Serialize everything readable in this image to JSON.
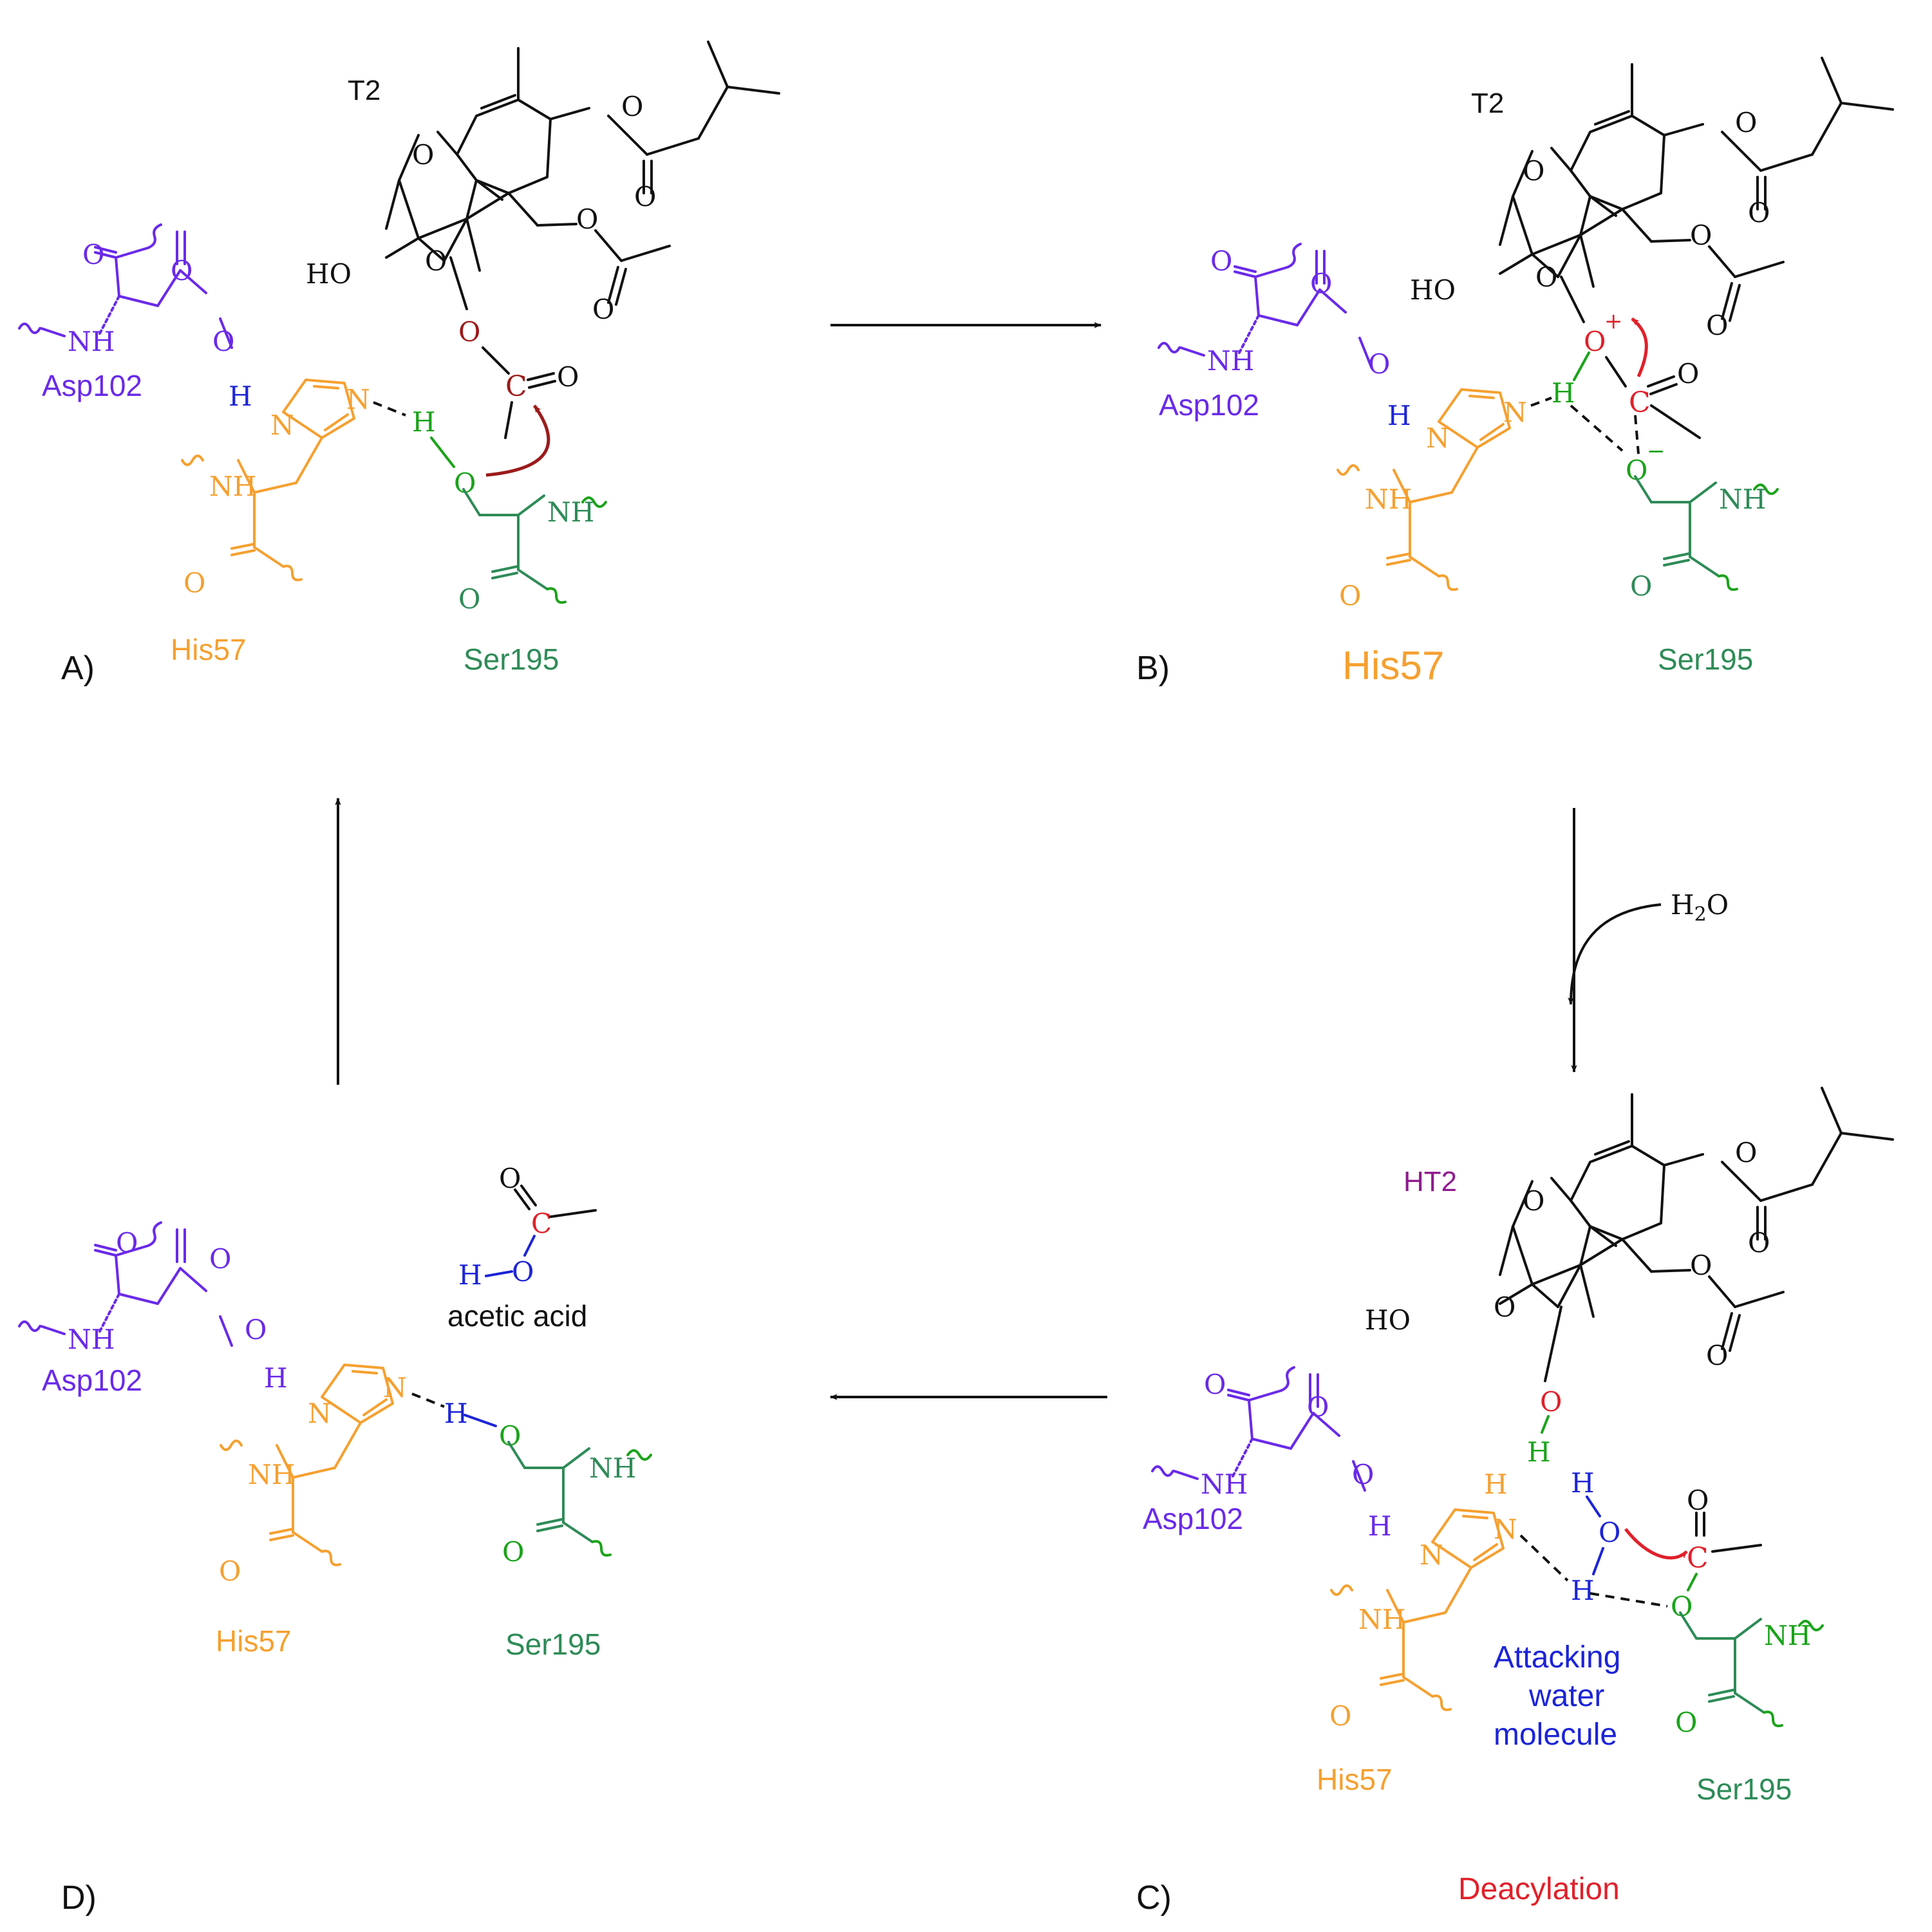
{
  "colors": {
    "asp": "#6a2ae8",
    "his": "#f5a030",
    "ser_dark": "#2e8b57",
    "ser_green": "#1aa31a",
    "substrate": "#111111",
    "carbonyl_c": "#9b1b1b",
    "oxonium": "#e0202a",
    "water": "#1c24d6",
    "hydroxyl_o": "#e0202a",
    "ht2": "#8e1b8e",
    "deacylation": "#e0202a",
    "curved_arrow_a": "#9b1b1b",
    "curved_arrow_red": "#e0202a"
  },
  "panels": {
    "A": {
      "letter": "A)",
      "substrate": "T2",
      "asp": "Asp102",
      "his": "His57",
      "ser": "Ser195"
    },
    "B": {
      "letter": "B)",
      "substrate": "T2",
      "asp": "Asp102",
      "his": "His57",
      "ser": "Ser195",
      "plus": "+",
      "minus": "−"
    },
    "C": {
      "letter": "C)",
      "substrate": "HT2",
      "asp": "Asp102",
      "his": "His57",
      "ser": "Ser195",
      "water_label_1": "Attacking",
      "water_label_2": "water",
      "water_label_3": "molecule",
      "caption": "Deacylation"
    },
    "D": {
      "letter": "D)",
      "asp": "Asp102",
      "his": "His57",
      "ser": "Ser195",
      "product": "acetic acid"
    }
  },
  "reagent": "H2O",
  "atoms": {
    "O": "O",
    "N": "N",
    "H": "H",
    "C": "C",
    "NH": "NH",
    "HO": "HO"
  }
}
